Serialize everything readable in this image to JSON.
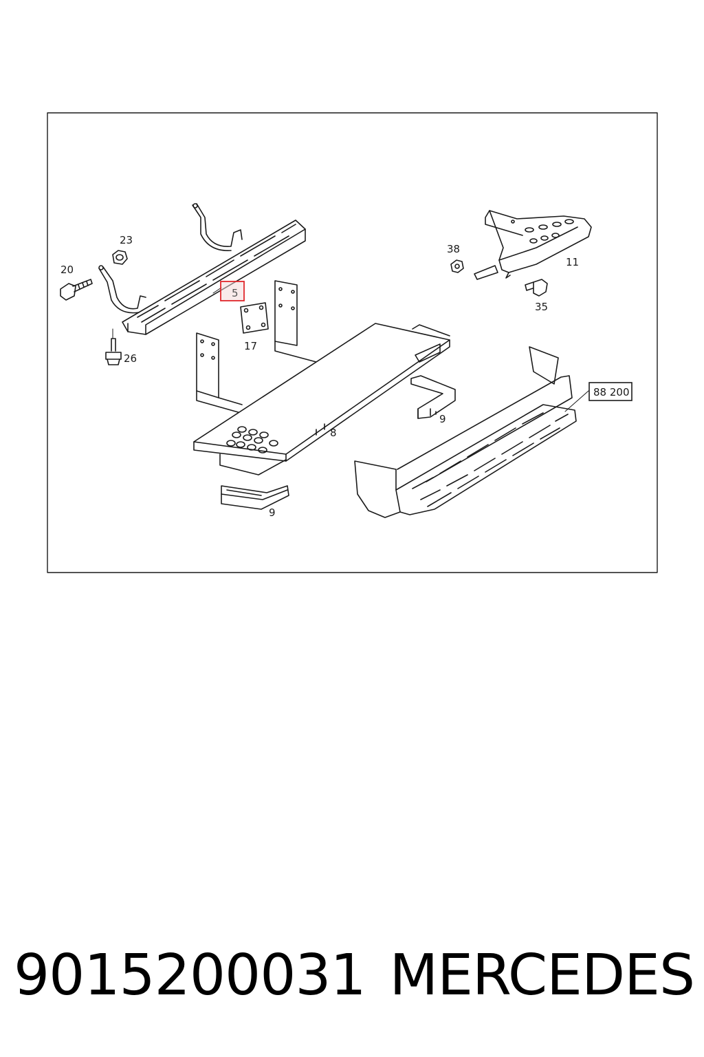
{
  "callouts": {
    "c5": "5",
    "c8": "8",
    "c9a": "9",
    "c9b": "9",
    "c11": "11",
    "c17": "17",
    "c20": "20",
    "c23": "23",
    "c26": "26",
    "c35": "35",
    "c38": "38",
    "ref": "88 200"
  },
  "highlight_color": "#e0262b",
  "caption": {
    "part_number": "9015200031",
    "brand": "MERCEDES"
  }
}
